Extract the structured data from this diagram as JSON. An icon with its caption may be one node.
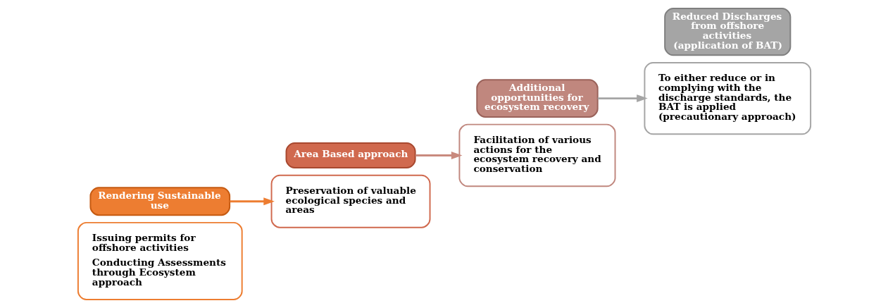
{
  "diagram": {
    "nodes": [
      {
        "text": [
          "Issuing permits for offshore activities",
          "Conducting Assessments through Ecosystem approach"
        ]
      },
      {
        "text": [
          "Rendering Sustainable use"
        ]
      },
      {
        "text": [
          "Area Based approach"
        ]
      },
      {
        "text": [
          "Preservation of valuable ecological species and areas"
        ]
      },
      {
        "text": [
          "Facilitation of various actions for the ecosystem recovery and conservation"
        ]
      },
      {
        "text": [
          "Additional opportunities for ecosystem recovery"
        ]
      },
      {
        "text": [
          "Reduced Discharges from offshore activities (application of BAT)"
        ]
      },
      {
        "text": [
          "To either reduce or in complying with the discharge standards, the BAT is applied (precautionary approach)"
        ]
      }
    ],
    "edges": [
      {
        "from": 1,
        "to": 3,
        "arrow": "to",
        "color": "#ed7d31"
      },
      {
        "from": 2,
        "to": 4,
        "arrow": "to",
        "color": "#c98a7e"
      },
      {
        "from": 5,
        "to": 7,
        "arrow": "to",
        "color": "#a5a5a5"
      }
    ]
  }
}
